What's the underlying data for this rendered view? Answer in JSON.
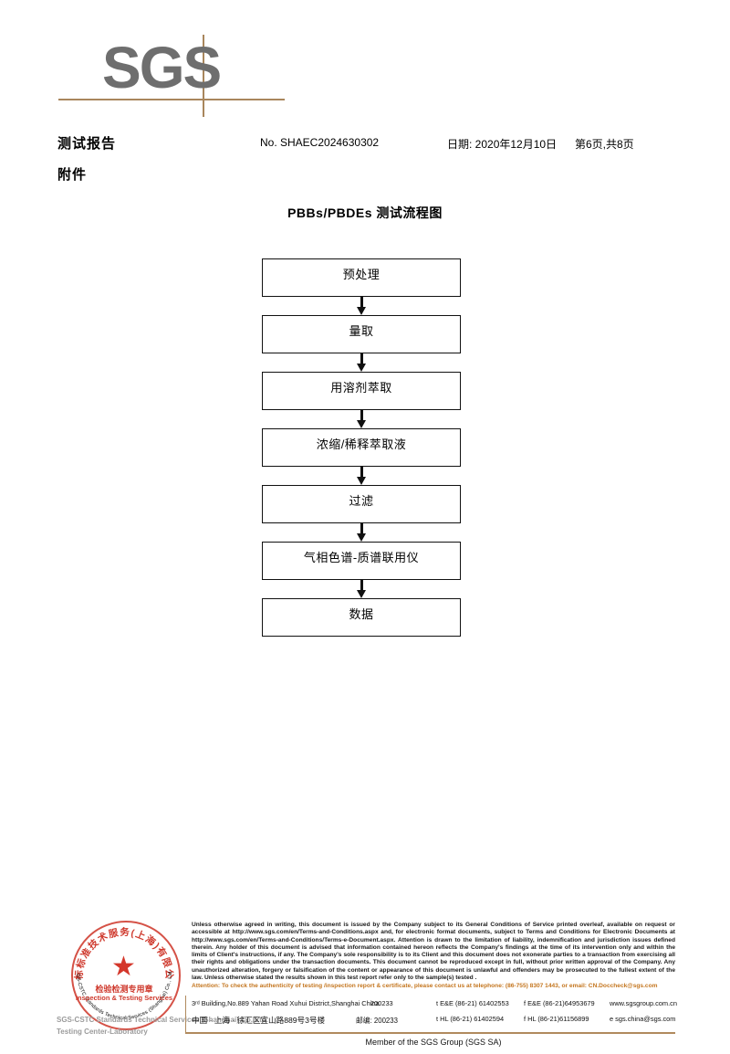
{
  "logo": {
    "wordmark": "SGS"
  },
  "header": {
    "report_title": "测试报告",
    "attachment_label": "附件",
    "report_no": "No. SHAEC2024630302",
    "date": "日期: 2020年12月10日",
    "page_indicator": "第6页,共8页"
  },
  "flowchart": {
    "title": "PBBs/PBDEs 测试流程图",
    "nodes": [
      {
        "label": "预处理"
      },
      {
        "label": "量取"
      },
      {
        "label": "用溶剂萃取"
      },
      {
        "label": "浓缩/稀释萃取液"
      },
      {
        "label": "过滤"
      },
      {
        "label": "气相色谱-质谱联用仪"
      },
      {
        "label": "数据"
      }
    ]
  },
  "stamp": {
    "arc_cn": "通标标准技术服务(上海)有限公司",
    "arc_en": "SGS-CSTC Standards Technical Services (Shanghai) Co., Ltd.",
    "center_cn": "检验检测专用章",
    "center_en": "Inspection & Testing Services",
    "watermark_line_1": "SGS-CSTC Standards Technical Services (Shanghai) Co.,Ltd.",
    "watermark_line_2": "Testing Center-Laboratory",
    "color": "#cf3a2e"
  },
  "footer": {
    "legal_text": "Unless otherwise agreed in writing, this document is issued by the Company subject to its General Conditions of Service printed overleaf, available on request or accessible at http://www.sgs.com/en/Terms-and-Conditions.aspx and, for electronic format documents, subject to Terms and Conditions for Electronic Documents at http://www.sgs.com/en/Terms-and-Conditions/Terms-e-Document.aspx. Attention is drawn to the limitation of liability, indemnification and jurisdiction issues defined therein. Any holder of this document is advised that information contained hereon reflects the Company's findings at the time of its intervention only and within the limits of Client's instructions, if any. The Company's sole responsibility is to its Client and this document does not exonerate parties to a transaction from exercising all their rights and obligations under the transaction documents. This document cannot be reproduced except in full, without prior written approval of the Company. Any unauthorized alteration, forgery or falsification of the content or appearance of this document is unlawful and offenders may be prosecuted to the fullest extent of the law. Unless otherwise stated the results shown in this test report refer only to the sample(s) tested .",
    "attention_text": "Attention: To check the authenticity of testing /inspection report & certificate, please contact us at telephone: (86-755) 8307 1443, or email: CN.Doccheck@sgs.com",
    "attention_color": "#c4761f",
    "address_en": {
      "street": "3ʳᵈ Building,No.889 Yahan Road Xuhui District,Shanghai China",
      "zip": "200233",
      "tel": "t E&E (86-21) 61402553",
      "fax": "f E&E (86-21)64953679",
      "web": "www.sgsgroup.com.cn"
    },
    "address_cn": {
      "street": "中国 · 上海 · 徐汇区宜山路889号3号楼",
      "zip": "邮编: 200233",
      "tel": "t HL (86-21) 61402594",
      "fax": "f HL (86-21)61156899",
      "web": "e  sgs.china@sgs.com"
    },
    "member_line": "Member of the SGS Group (SGS SA)",
    "rule_color": "#b08a5e"
  }
}
